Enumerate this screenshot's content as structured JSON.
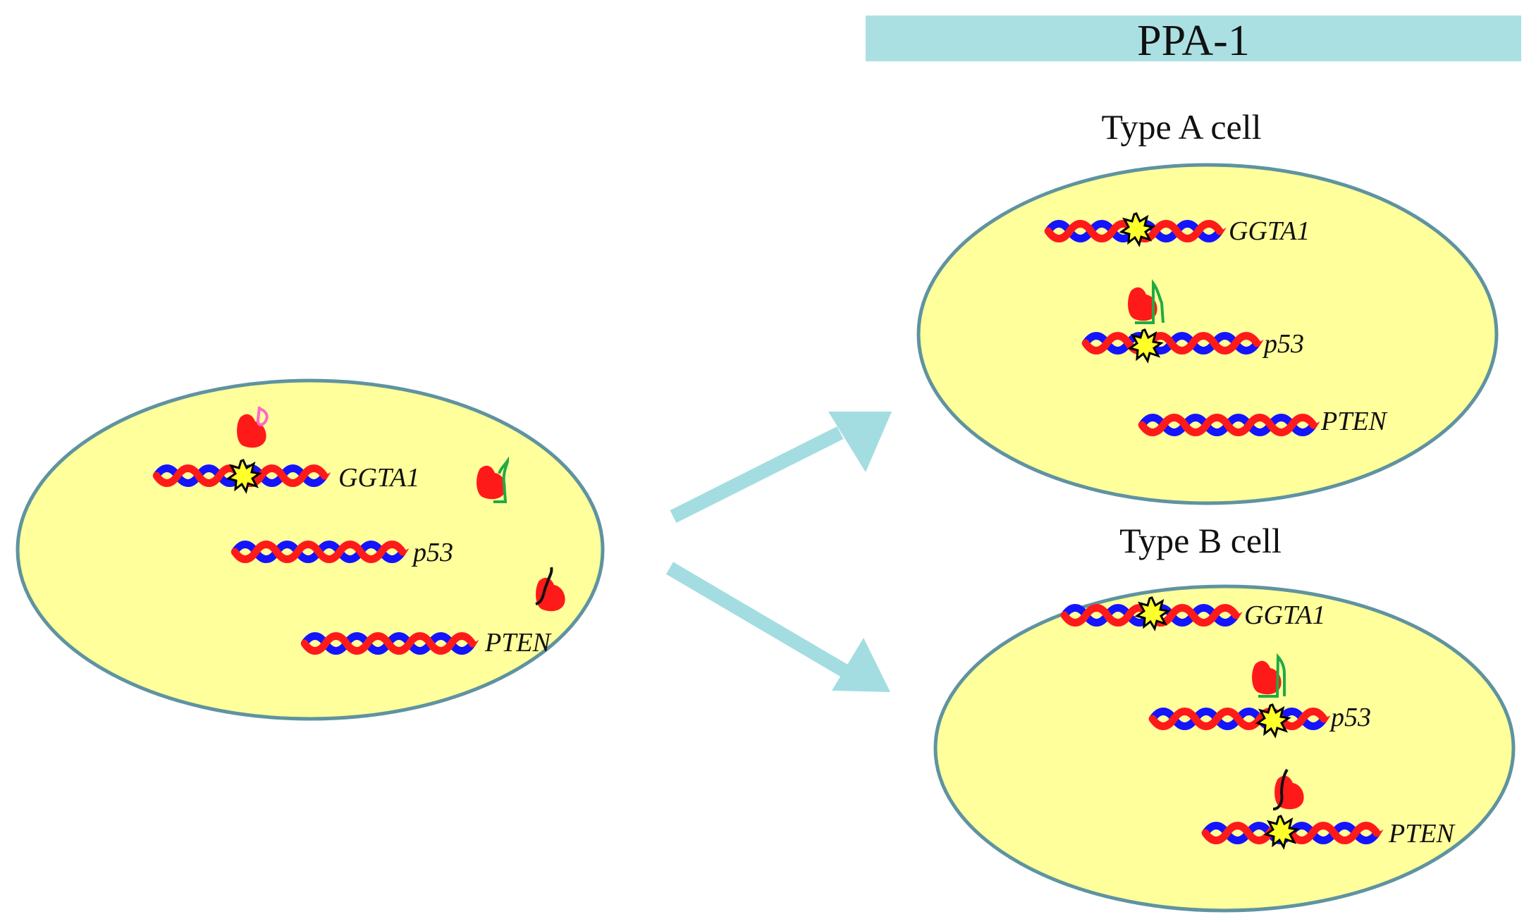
{
  "banner": {
    "label": "PPA-1"
  },
  "cells": {
    "parent": {
      "genes": [
        {
          "label": "GGTA1",
          "cut": true
        },
        {
          "label": "p53",
          "cut": false
        },
        {
          "label": "PTEN",
          "cut": false
        }
      ]
    },
    "type_a": {
      "title": "Type A cell",
      "genes": [
        {
          "label": "GGTA1",
          "cut": true
        },
        {
          "label": "p53",
          "cut": true
        },
        {
          "label": "PTEN",
          "cut": false
        }
      ]
    },
    "type_b": {
      "title": "Type B cell",
      "genes": [
        {
          "label": "GGTA1",
          "cut": true
        },
        {
          "label": "p53",
          "cut": true
        },
        {
          "label": "PTEN",
          "cut": true
        }
      ]
    }
  },
  "colors": {
    "banner": "#abe0e3",
    "cell_fill": "#ffff9c",
    "cell_stroke": "#5f93a0",
    "arrow": "#a3dde2",
    "dna_red": "#ff1a1a",
    "dna_blue": "#1414ff",
    "cas9": "#ff1a1a",
    "burst": "#ffff2a",
    "grna_ggta1": "#ff66cc",
    "grna_p53": "#22aa44",
    "grna_pten": "#111111"
  }
}
